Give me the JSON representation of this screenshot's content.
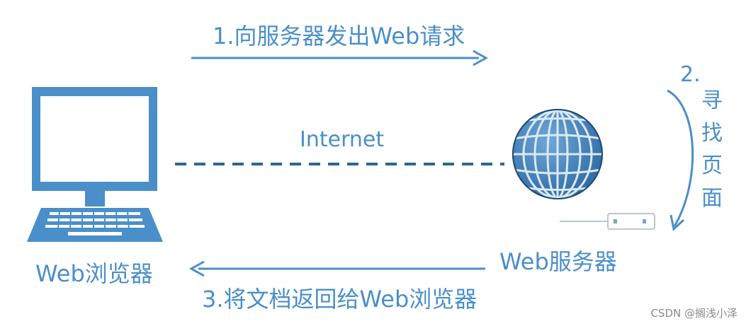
{
  "labels": {
    "step1": "1.向服务器发出Web请求",
    "internet": "Internet",
    "browser": "Web浏览器",
    "server": "Web服务器",
    "step3": "3.将文档返回给Web浏览器",
    "step2_number": "2.",
    "step2_chars": [
      "寻",
      "找",
      "页",
      "面"
    ]
  },
  "watermark": "CSDN @搁浅小泽",
  "colors": {
    "accent": "#4a8fc9",
    "dark_blue": "#2b5d8a",
    "dashed_line": "#2e6592",
    "text_gray": "#8a8a8a"
  },
  "icons": [
    "computer-icon",
    "globe-server-icon",
    "network-cable-icon"
  ]
}
